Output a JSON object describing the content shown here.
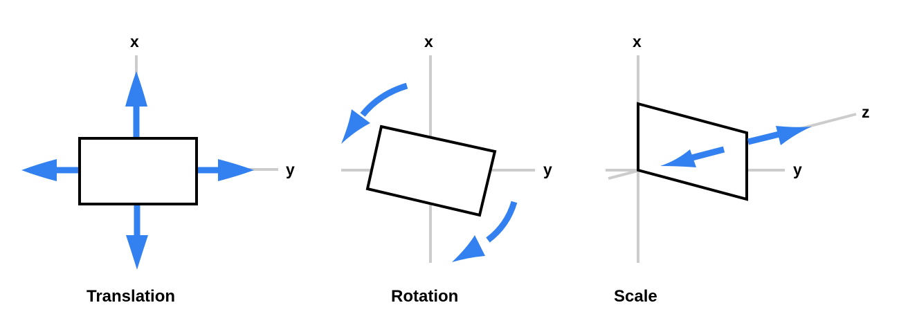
{
  "colors": {
    "arrow": "#3380f0",
    "axis": "#cccccc",
    "shape": "#000000"
  },
  "panels": [
    {
      "id": "translation",
      "caption": "Translation",
      "axes": {
        "x": "x",
        "y": "y"
      }
    },
    {
      "id": "rotation",
      "caption": "Rotation",
      "axes": {
        "x": "x",
        "y": "y"
      }
    },
    {
      "id": "scale",
      "caption": "Scale",
      "axes": {
        "x": "x",
        "y": "y",
        "z": "z"
      }
    }
  ]
}
